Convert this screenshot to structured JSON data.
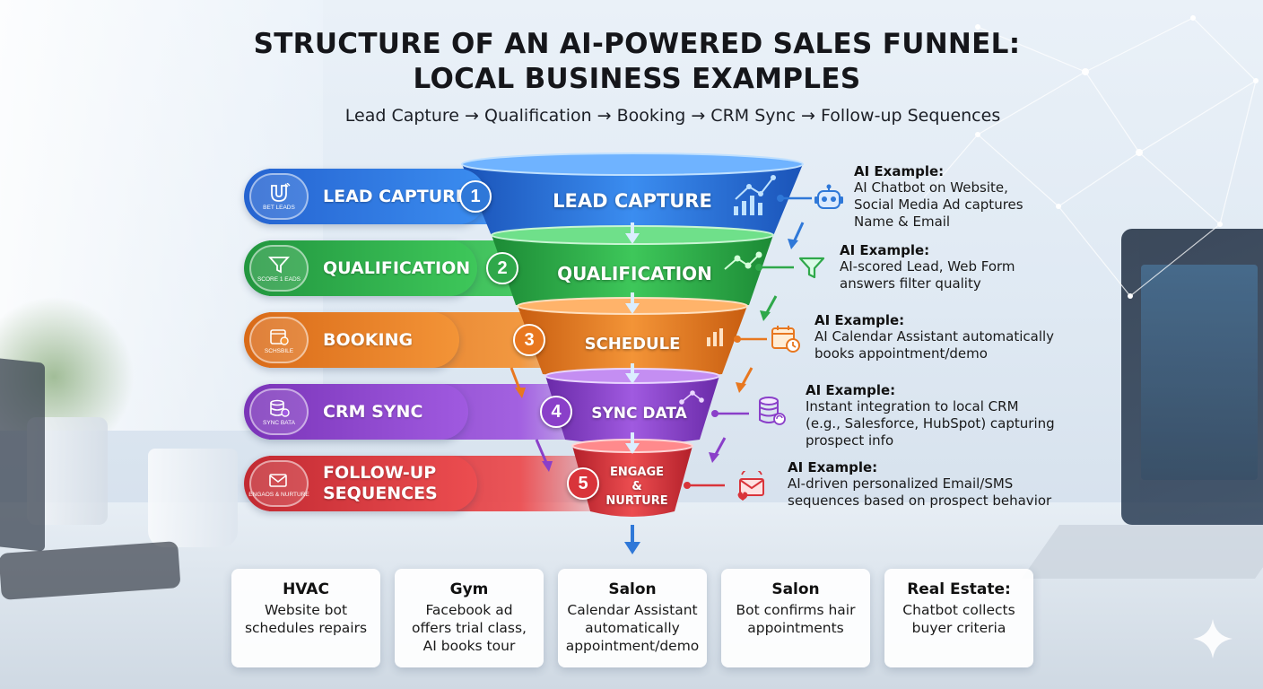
{
  "title": "STRUCTURE OF AN AI-POWERED SALES FUNNEL:\nLOCAL BUSINESS EXAMPLES",
  "subtitle": "Lead Capture → Qualification → Booking → CRM Sync → Follow-up Sequences",
  "colors": {
    "blue": "#2f78d8",
    "green": "#2fa84a",
    "orange": "#e8771f",
    "purple": "#8a3fc9",
    "red": "#d9343a"
  },
  "stages": [
    {
      "number": "1",
      "pill_label": "LEAD CAPTURE",
      "pill_icon": "magnet-icon",
      "pill_icon_caption": "BET LEADS",
      "funnel_label": "LEAD CAPTURE",
      "example_head": "AI Example:",
      "example_body": "AI Chatbot on Website,\nSocial Media Ad captures\nName & Email",
      "example_icon": "robot-icon"
    },
    {
      "number": "2",
      "pill_label": "QUALIFICATION",
      "pill_icon": "filter-icon",
      "pill_icon_caption": "SCORE 1 EADS",
      "funnel_label": "QUALIFICATION",
      "example_head": "AI Example:",
      "example_body": "AI-scored Lead, Web Form\nanswers filter quality",
      "example_icon": "filter-icon"
    },
    {
      "number": "3",
      "pill_label": "BOOKING",
      "pill_icon": "calendar-icon",
      "pill_icon_caption": "SCHSBILE",
      "funnel_label": "SCHEDULE",
      "example_head": "AI Example:",
      "example_body": "AI Calendar Assistant automatically\nbooks appointment/demo",
      "example_icon": "calendar-clock-icon"
    },
    {
      "number": "4",
      "pill_label": "CRM SYNC",
      "pill_icon": "database-icon",
      "pill_icon_caption": "SYNC BATA",
      "funnel_label": "SYNC DATA",
      "example_head": "AI Example:",
      "example_body": "Instant integration to local CRM\n(e.g., Salesforce, HubSpot) capturing\nprospect info",
      "example_icon": "database-sync-icon"
    },
    {
      "number": "5",
      "pill_label": "FOLLOW-UP\nSEQUENCES",
      "pill_icon": "envelope-icon",
      "pill_icon_caption": "ENGAOS & NURTURE",
      "funnel_label": "ENGAGE\n&\nNURTURE",
      "example_head": "AI Example:",
      "example_body": "AI-driven personalized Email/SMS\nsequences based on prospect behavior",
      "example_icon": "envelope-heart-icon"
    }
  ],
  "cards": [
    {
      "title": "HVAC",
      "body": "Website bot\nschedules repairs"
    },
    {
      "title": "Gym",
      "body": "Facebook ad\noffers trial class,\nAI books tour"
    },
    {
      "title": "Salon",
      "body": "Calendar Assistant\nautomatically\nappointment/demo"
    },
    {
      "title": "Salon",
      "body": "Bot confirms hair\nappointments"
    },
    {
      "title": "Real Estate:",
      "body": "Chatbot collects\nbuyer criteria"
    }
  ]
}
